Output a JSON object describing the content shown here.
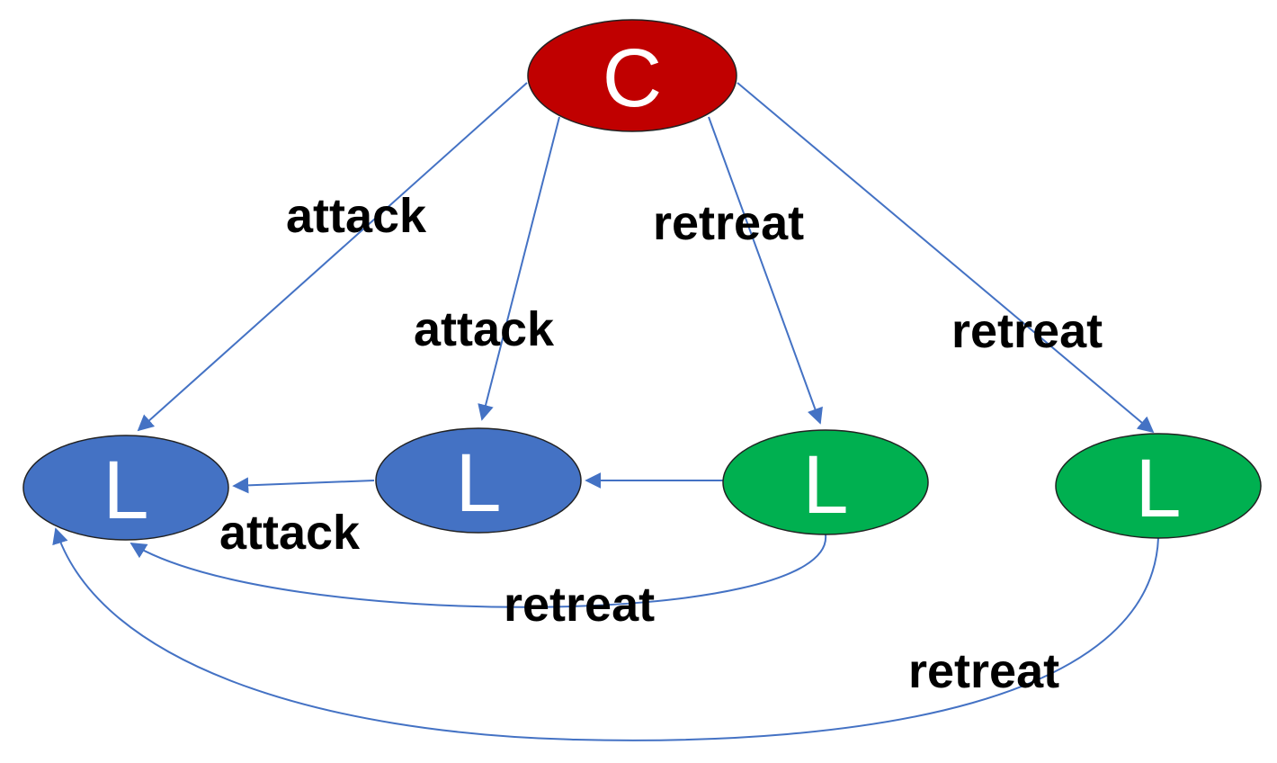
{
  "colors": {
    "commander": "#c00000",
    "loyal_attack": "#4472c4",
    "loyal_retreat": "#00b050",
    "arrow": "#4472c4",
    "text": "#000000"
  },
  "nodes": {
    "commander": {
      "label": "C"
    },
    "lieutenant_1": {
      "label": "L"
    },
    "lieutenant_2": {
      "label": "L"
    },
    "lieutenant_3": {
      "label": "L"
    },
    "lieutenant_4": {
      "label": "L"
    }
  },
  "edges": {
    "c_to_l1": {
      "label": "attack"
    },
    "c_to_l2": {
      "label": "attack"
    },
    "c_to_l3": {
      "label": "retreat"
    },
    "c_to_l4": {
      "label": "retreat"
    },
    "l2_to_l1": {
      "label": "attack"
    },
    "l3_to_l1": {
      "label": "retreat"
    },
    "l4_to_l1": {
      "label": "retreat"
    }
  }
}
